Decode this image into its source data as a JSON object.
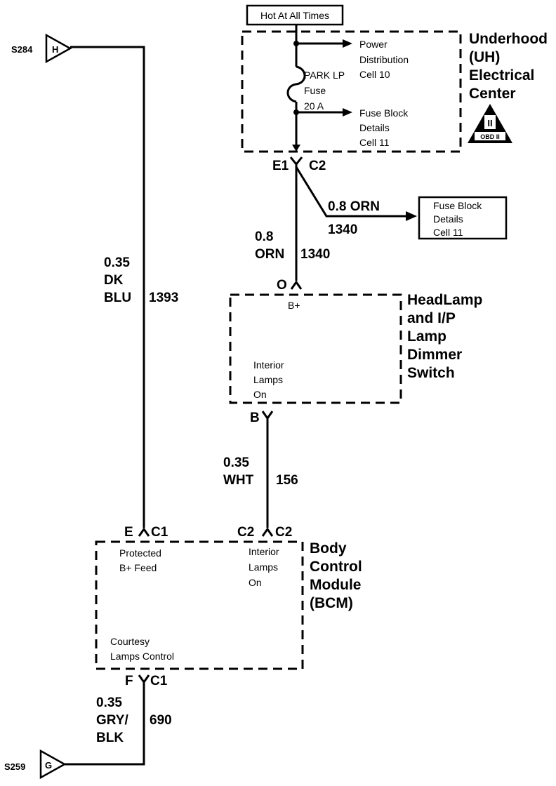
{
  "hot_label": "Hot At All Times",
  "uh_center": {
    "lines": [
      "Underhood",
      "(UH)",
      "Electrical",
      "Center"
    ],
    "power_dist": [
      "Power",
      "Distribution",
      "Cell 10"
    ],
    "fuse": [
      "PARK LP",
      "Fuse",
      "20 A"
    ],
    "fuse_block": [
      "Fuse Block",
      "Details",
      "Cell 11"
    ],
    "obd_badge": "OBD II",
    "obd_roman": "II"
  },
  "uh_connector": {
    "left": "E1",
    "right": "C2"
  },
  "orn_branch": {
    "wire": "0.8 ORN",
    "circuit": "1340"
  },
  "fuse_block_box": [
    "Fuse Block",
    "Details",
    "Cell 11"
  ],
  "orn_main": {
    "size": "0.8",
    "color": "ORN",
    "circuit": "1340"
  },
  "dimmer_connector": "O",
  "dimmer_switch": {
    "lines": [
      "HeadLamp",
      "and I/P",
      "Lamp",
      "Dimmer",
      "Switch"
    ],
    "bplus": "B+",
    "interior": [
      "Interior",
      "Lamps",
      "On"
    ]
  },
  "dimmer_output": "B",
  "wht_wire": {
    "size": "0.35",
    "color": "WHT",
    "circuit": "156"
  },
  "blu_wire": {
    "size": "0.35",
    "color1": "DK",
    "color2": "BLU",
    "circuit": "1393"
  },
  "splice_top": {
    "name": "S284",
    "letter": "H"
  },
  "splice_bottom": {
    "name": "S259",
    "letter": "G"
  },
  "bcm_conn_left": {
    "pin": "E",
    "conn": "C1"
  },
  "bcm_conn_right": {
    "pin": "C2",
    "conn": "C2"
  },
  "bcm": {
    "lines": [
      "Body",
      "Control",
      "Module",
      "(BCM)"
    ],
    "protected": [
      "Protected",
      "B+  Feed"
    ],
    "interior": [
      "Interior",
      "Lamps",
      "On"
    ],
    "courtesy": [
      "Courtesy",
      "Lamps Control"
    ]
  },
  "bcm_conn_bottom": {
    "pin": "F",
    "conn": "C1"
  },
  "gry_wire": {
    "size": "0.35",
    "color1": "GRY/",
    "color2": "BLK",
    "circuit": "690"
  }
}
